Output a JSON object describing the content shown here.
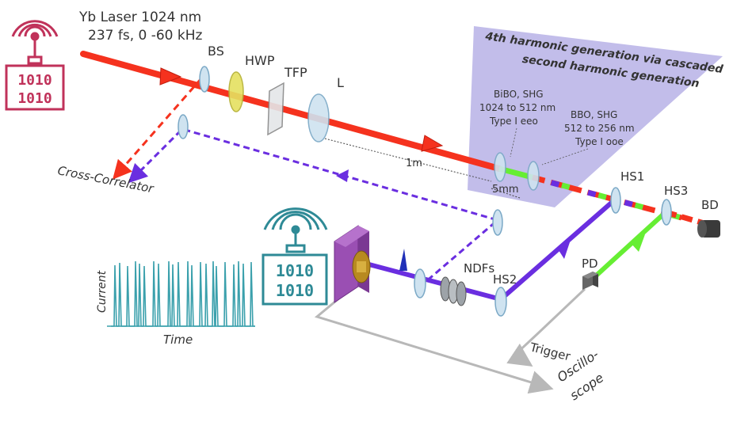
{
  "laser": {
    "line1": "Yb Laser 1024 nm",
    "line2": "237 fs, 0 -60 kHz"
  },
  "components": {
    "bs": "BS",
    "hwp": "HWP",
    "tfp": "TFP",
    "lens": "L",
    "hs1": "HS1",
    "hs2": "HS2",
    "hs3": "HS3",
    "bd": "BD",
    "pd": "PD",
    "ndfs": "NDFs"
  },
  "crystals": {
    "bibo": [
      "BiBO, SHG",
      "1024 to 512 nm",
      "Type I eeo"
    ],
    "bbo": [
      "BBO, SHG",
      "512 to 256 nm",
      "Type I ooe"
    ]
  },
  "panel_title": [
    "4th harmonic generation via cascaded",
    "second harmonic generation"
  ],
  "distances": {
    "d1": "1m",
    "d2": "5mm"
  },
  "outputs": {
    "cross_correlator": "Cross-Correlator",
    "trigger": "Trigger",
    "oscilloscope_1": "Oscillo-",
    "oscilloscope_2": "scope"
  },
  "plot": {
    "ylabel": "Current",
    "xlabel": "Time"
  },
  "icon_text": {
    "row1": "1010",
    "row2": "1010"
  },
  "colors": {
    "ir_beam": "#f5321e",
    "uv_beam": "#6a2ee0",
    "green_beam": "#66ee33",
    "panel": "#b7b2e6",
    "icon_red": "#c0325a",
    "icon_teal": "#2e8a96",
    "optic": "#cfe3f0",
    "hwp": "#e5e060",
    "crystal": "#9a4fb3"
  }
}
